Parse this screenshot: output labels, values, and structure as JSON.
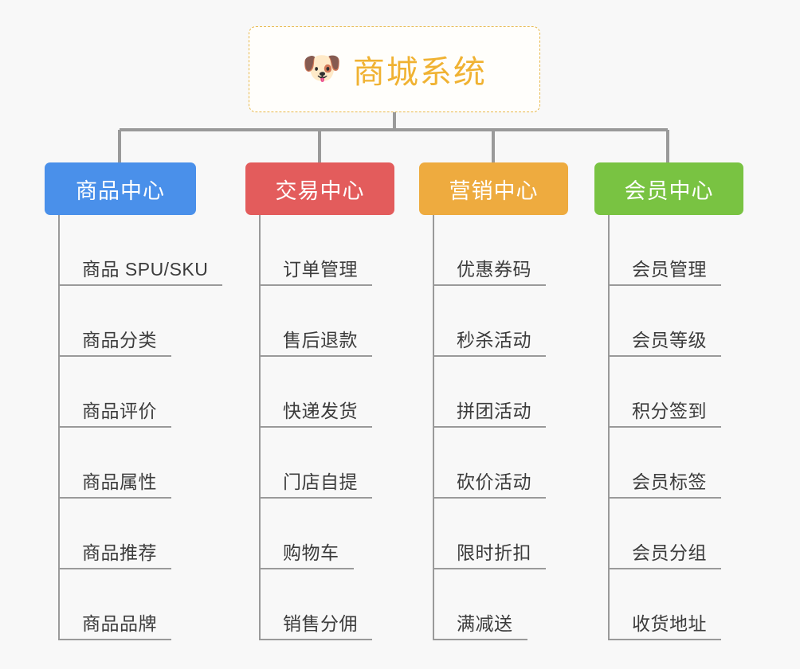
{
  "root": {
    "icon": "shiba-dog-face-icon",
    "emoji": "🐶",
    "title": "商城系统",
    "color": "#f0b232",
    "border_color": "#e8b84b",
    "background": "#fffefb"
  },
  "canvas": {
    "background": "#f8f8f8",
    "connector_color": "#9a9a9a"
  },
  "branches": [
    {
      "id": "product-center",
      "label": "商品中心",
      "color": "#4a90ea",
      "items": [
        "商品 SPU/SKU",
        "商品分类",
        "商品评价",
        "商品属性",
        "商品推荐",
        "商品品牌"
      ]
    },
    {
      "id": "trade-center",
      "label": "交易中心",
      "color": "#e35c5c",
      "items": [
        "订单管理",
        "售后退款",
        "快递发货",
        "门店自提",
        "购物车",
        "销售分佣"
      ]
    },
    {
      "id": "marketing-center",
      "label": "营销中心",
      "color": "#eeab3f",
      "items": [
        "优惠券码",
        "秒杀活动",
        "拼团活动",
        "砍价活动",
        "限时折扣",
        "满减送"
      ]
    },
    {
      "id": "member-center",
      "label": "会员中心",
      "color": "#79c342",
      "items": [
        "会员管理",
        "会员等级",
        "积分签到",
        "会员标签",
        "会员分组",
        "收货地址"
      ]
    }
  ]
}
